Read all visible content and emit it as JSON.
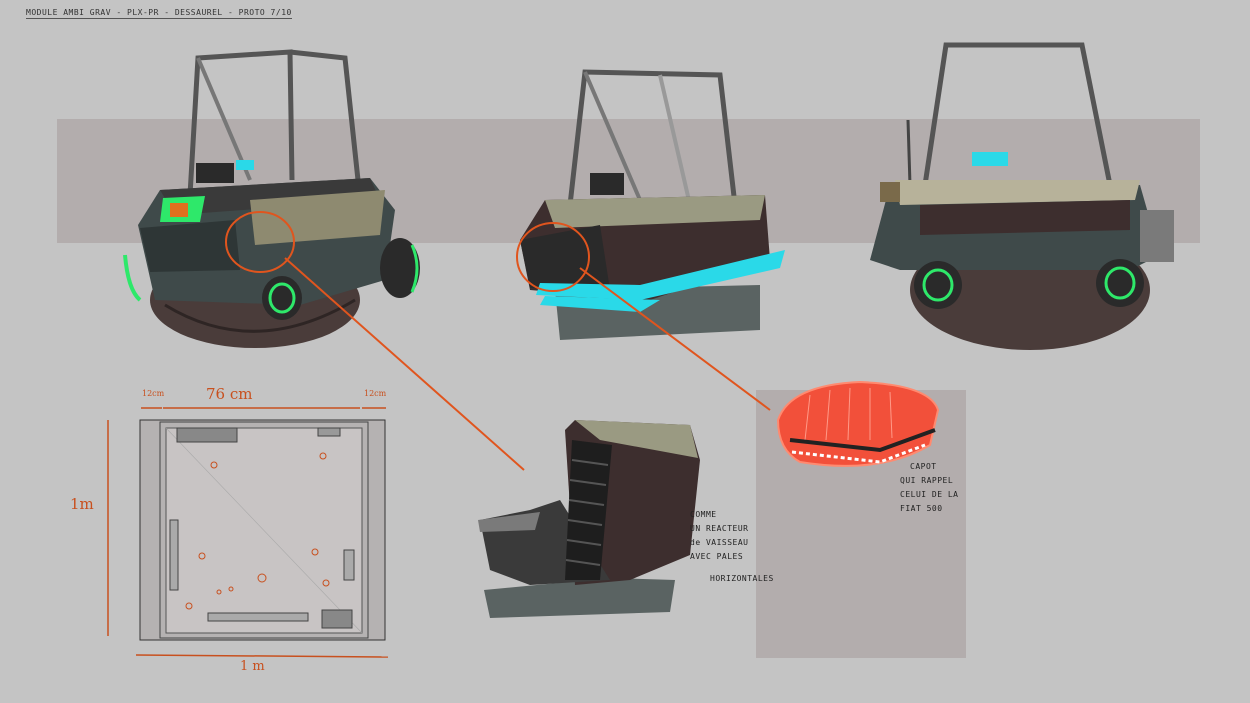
{
  "header": {
    "note": "MODULE AMBI GRAV - PLX-PR - DESSAUREL - PROTO 7/10"
  },
  "annotations": {
    "reactor_note": [
      "COMME",
      "UN REACTEUR",
      "de VAISSEAU",
      "AVEC PALES",
      "HORIZONTALES"
    ],
    "hood_note": [
      "CAPOT",
      "QUI RAPPEL",
      "CELUI DE LA",
      "FIAT 500"
    ]
  },
  "dimensions": {
    "left_margin": "12cm",
    "width": "76 cm",
    "right_margin": "12cm",
    "height": "1m",
    "bottom_width": "1 m"
  },
  "colors": {
    "background": "#c4c4c4",
    "band": "#b3adad",
    "accent_orange": "#e0551e",
    "cyan": "#2ad9e8",
    "green": "#2ee86a"
  }
}
